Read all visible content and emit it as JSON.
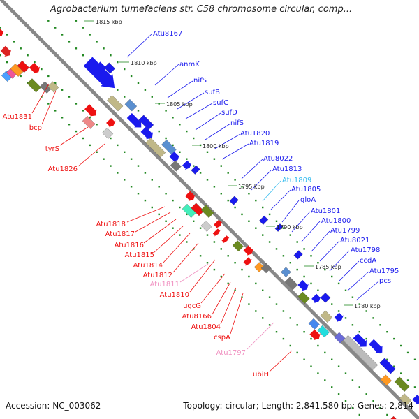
{
  "title": "Agrobacterium tumefaciens str. C58 chromosome circular, comp...",
  "footer": {
    "accession": "Accession: NC_003062",
    "topology": "Topology: circular; Length: 2,841,580 bp; Genes: 2,814"
  },
  "colors": {
    "plus_strand": "#1a1aee",
    "minus_strand": "#ee1111",
    "faint_label": "#f090c0",
    "cyan_label": "#33bbee",
    "backbone": "#888888",
    "ticks": "#228822"
  },
  "ticks": [
    "1815 kbp",
    "1810 kbp",
    "1805 kbp",
    "1800 kbp",
    "1795 kbp",
    "1790 kbp",
    "1785 kbp",
    "1780 kbp"
  ],
  "labels_top": [
    "Atu8167",
    "anmK",
    "nifS",
    "sufB",
    "sufC",
    "sufD",
    "nifS",
    "Atu1820",
    "Atu1819",
    "Atu8022",
    "Atu1813",
    "Atu1809",
    "Atu1805",
    "gloA",
    "Atu1801",
    "Atu1800",
    "Atu1799",
    "Atu8021",
    "Atu1798",
    "ccdA",
    "Atu1795",
    "pcs"
  ],
  "labels_bottom": [
    "Atu1831",
    "bcp",
    "tyrS",
    "Atu1826",
    "Atu1818",
    "Atu1817",
    "Atu1816",
    "Atu1815",
    "Atu1814",
    "Atu1812",
    "Atu1811",
    "Atu1810",
    "ugcG",
    "Atu8166",
    "Atu1804",
    "cspA",
    "Atu1797",
    "ubiH"
  ]
}
